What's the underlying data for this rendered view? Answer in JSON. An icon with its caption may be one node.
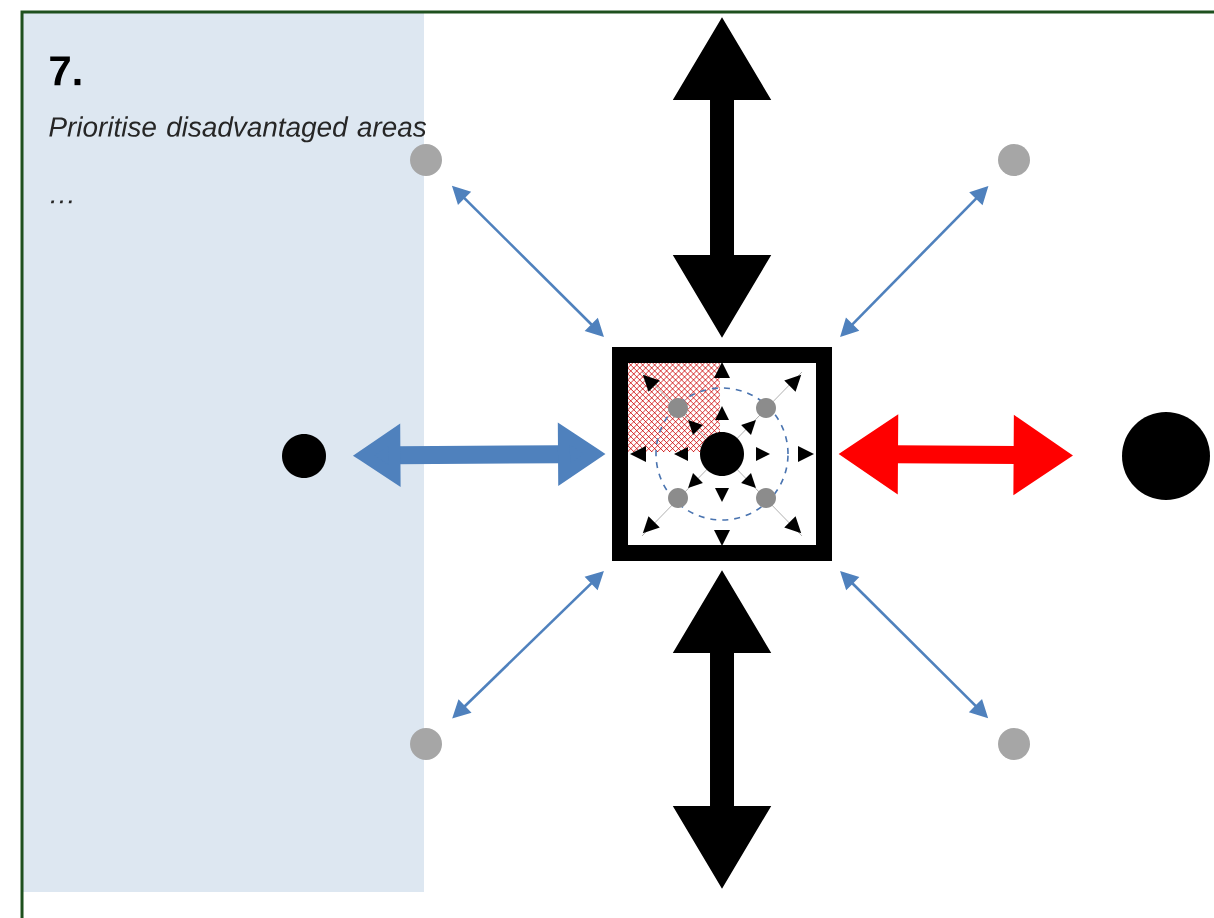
{
  "diagram": {
    "title": "7.",
    "nodes": [
      {
        "text": [],
        "shape": "box"
      },
      {
        "text": [],
        "shape": "circle"
      },
      {
        "text": [],
        "shape": "circle"
      },
      {
        "text": [],
        "shape": "circle"
      },
      {
        "text": [],
        "shape": "circle"
      },
      {
        "text": [],
        "shape": "circle"
      },
      {
        "text": [],
        "shape": "circle"
      }
    ],
    "edges": [
      {
        "from": 0,
        "to": null,
        "arrow": "both",
        "style": "thick",
        "color": "#000000"
      },
      {
        "from": 0,
        "to": 1,
        "arrow": "both"
      },
      {
        "from": 0,
        "to": 2,
        "arrow": "both"
      },
      {
        "from": 0,
        "to": 3,
        "arrow": "both",
        "style": "thick"
      },
      {
        "from": 0,
        "to": 4,
        "arrow": "both",
        "style": "thick",
        "color": "#ff0000"
      },
      {
        "from": 0,
        "to": 5,
        "arrow": "both"
      },
      {
        "from": 0,
        "to": 6,
        "arrow": "both"
      },
      {
        "from": 0,
        "to": null,
        "arrow": "both",
        "style": "thick",
        "color": "#000000"
      }
    ],
    "labels": [
      "Prioritise disadvantaged areas",
      "…"
    ]
  }
}
